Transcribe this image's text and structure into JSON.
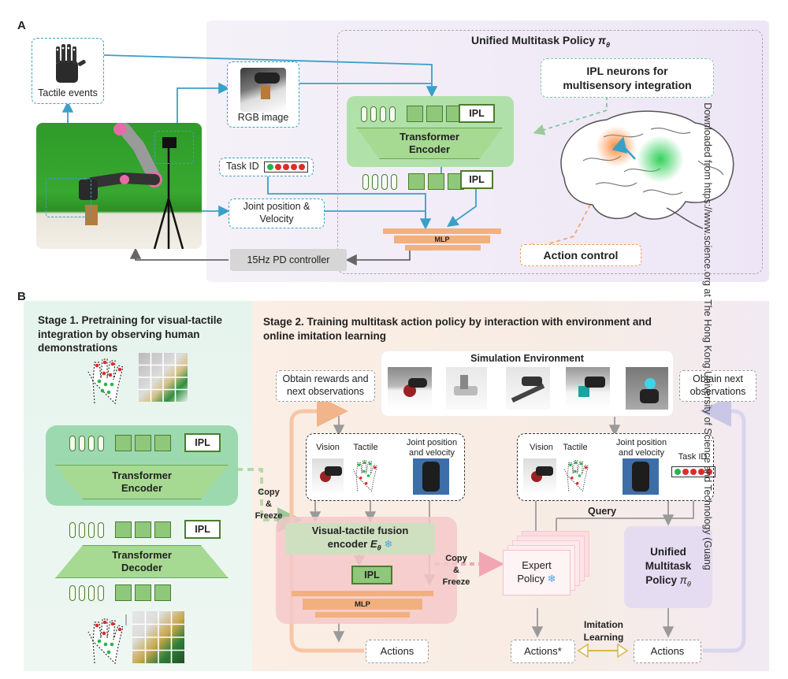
{
  "panelA": {
    "label": "A",
    "policy_title": "Unified Multitask Policy",
    "policy_symbol": "π",
    "policy_sub": "θ",
    "tactile_events": "Tactile events",
    "rgb_image": "RGB image",
    "task_id": "Task ID",
    "joint_line1": "Joint position &",
    "joint_line2": "Velocity",
    "controller": "15Hz PD controller",
    "ipl": "IPL",
    "encoder_line1": "Transformer",
    "encoder_line2": "Encoder",
    "mlp": "MLP",
    "ipl_neurons_line1": "IPL neurons for",
    "ipl_neurons_line2": "multisensory integration",
    "action_control": "Action control"
  },
  "panelB": {
    "label": "B",
    "stage1_title": "Stage 1. Pretraining for visual-tactile integration  by observing human demonstrations",
    "stage2_title_line1": "Stage 2. Training multitask action policy by interaction with environment and",
    "stage2_title_line2": "online imitation learning",
    "ipl": "IPL",
    "encoder_line1": "Transformer",
    "encoder_line2": "Encoder",
    "decoder_line1": "Transformer",
    "decoder_line2": "Decoder",
    "copy_freeze_1_a": "Copy",
    "copy_freeze_1_b": "&",
    "copy_freeze_1_c": "Freeze",
    "simulation_env": "Simulation Environment",
    "obtain_rewards_line1": "Obtain rewards and",
    "obtain_rewards_line2": "next observations",
    "obtain_next_line1": "Obtain next",
    "obtain_next_line2": "observations",
    "vision": "Vision",
    "tactile": "Tactile",
    "joint_line1": "Joint position",
    "joint_line2": "and  velocity",
    "task_id": "Task ID",
    "fusion_line1": "Visual-tactile fusion",
    "fusion_line2": "encoder",
    "fusion_symbol": "E",
    "fusion_sub": "θ",
    "mlp": "MLP",
    "copy_freeze_2_a": "Copy",
    "copy_freeze_2_b": "&",
    "copy_freeze_2_c": "Freeze",
    "query": "Query",
    "expert_line1": "Expert",
    "expert_line2": "Policy",
    "unified_line1": "Unified",
    "unified_line2": "Multitask",
    "unified_line3": "Policy",
    "unified_symbol": "π",
    "unified_sub": "θ",
    "imitation_line1": "Imitation",
    "imitation_line2": "Learning",
    "actions": "Actions",
    "actions_star": "Actions*",
    "actions_right": "Actions",
    "snowflake": "❄"
  },
  "side_text": "Downloaded from https://www.science.org at The Hong Kong University of Science and Technology (Guang"
}
